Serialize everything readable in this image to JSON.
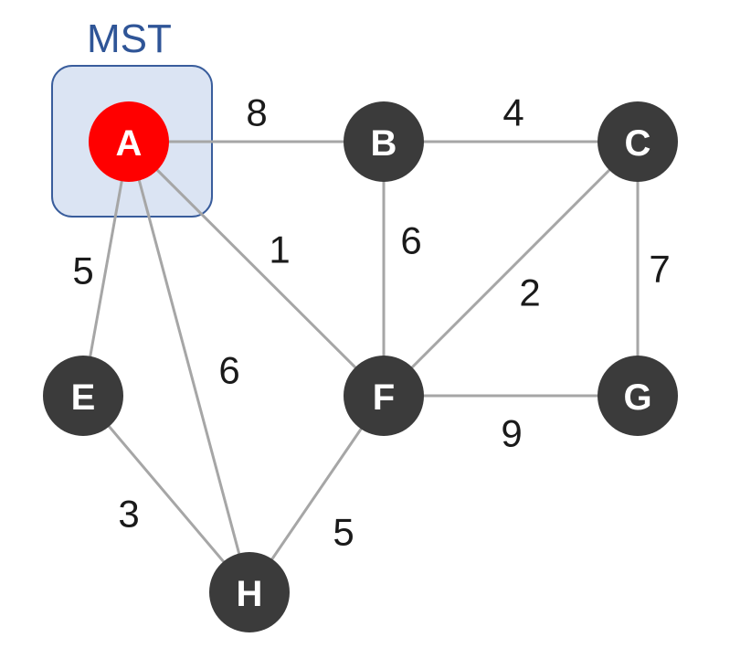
{
  "mst_label": "MST",
  "colors": {
    "node": "#3b3b3b",
    "start_node": "#ff0000",
    "edge": "#a6a6a6",
    "mst_box_fill": "#dae3f3",
    "mst_box_stroke": "#2f5597"
  },
  "nodes": [
    {
      "id": "A",
      "label": "A",
      "in_mst": true
    },
    {
      "id": "B",
      "label": "B",
      "in_mst": false
    },
    {
      "id": "C",
      "label": "C",
      "in_mst": false
    },
    {
      "id": "E",
      "label": "E",
      "in_mst": false
    },
    {
      "id": "F",
      "label": "F",
      "in_mst": false
    },
    {
      "id": "G",
      "label": "G",
      "in_mst": false
    },
    {
      "id": "H",
      "label": "H",
      "in_mst": false
    }
  ],
  "edges": [
    {
      "from": "A",
      "to": "B",
      "weight": "8"
    },
    {
      "from": "B",
      "to": "C",
      "weight": "4"
    },
    {
      "from": "A",
      "to": "F",
      "weight": "1"
    },
    {
      "from": "B",
      "to": "F",
      "weight": "6"
    },
    {
      "from": "C",
      "to": "F",
      "weight": "2"
    },
    {
      "from": "C",
      "to": "G",
      "weight": "7"
    },
    {
      "from": "A",
      "to": "E",
      "weight": "5"
    },
    {
      "from": "A",
      "to": "H",
      "weight": "6"
    },
    {
      "from": "F",
      "to": "G",
      "weight": "9"
    },
    {
      "from": "E",
      "to": "H",
      "weight": "3"
    },
    {
      "from": "F",
      "to": "H",
      "weight": "5"
    }
  ]
}
